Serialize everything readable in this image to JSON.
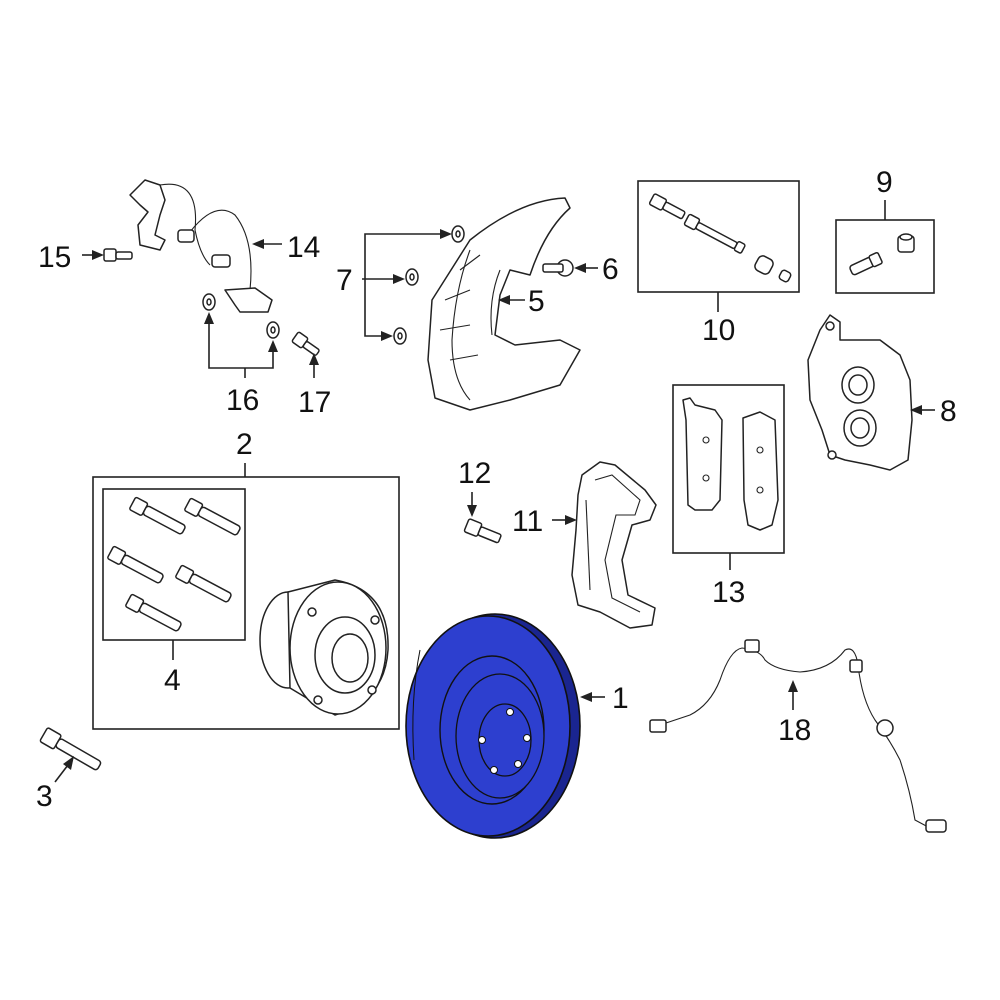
{
  "callouts": {
    "c1": "1",
    "c2": "2",
    "c3": "3",
    "c4": "4",
    "c5": "5",
    "c6": "6",
    "c7": "7",
    "c8": "8",
    "c9": "9",
    "c10": "10",
    "c11": "11",
    "c12": "12",
    "c13": "13",
    "c14": "14",
    "c15": "15",
    "c16": "16",
    "c17": "17",
    "c18": "18"
  },
  "colors": {
    "highlight": "#2d3fcf",
    "highlight_dark": "#1a2590",
    "line": "#222222",
    "background": "#ffffff"
  },
  "highlighted_part": "1"
}
